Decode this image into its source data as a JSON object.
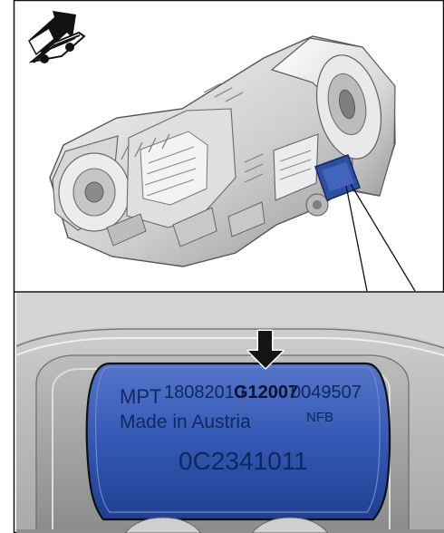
{
  "plate": {
    "prefix": "MPT",
    "date_code": "18082010",
    "highlighted_code": "G12007",
    "serial": "0049507",
    "origin": "Made in Austria",
    "code_right": "NFB",
    "part_number": "0C2341011"
  },
  "icons": {
    "direction": "car-direction-arrow-icon",
    "pointer": "down-arrow-icon"
  },
  "colors": {
    "plate_blue": "#2d4fa6",
    "arrow_black": "#151515",
    "frame_black": "#111111"
  }
}
